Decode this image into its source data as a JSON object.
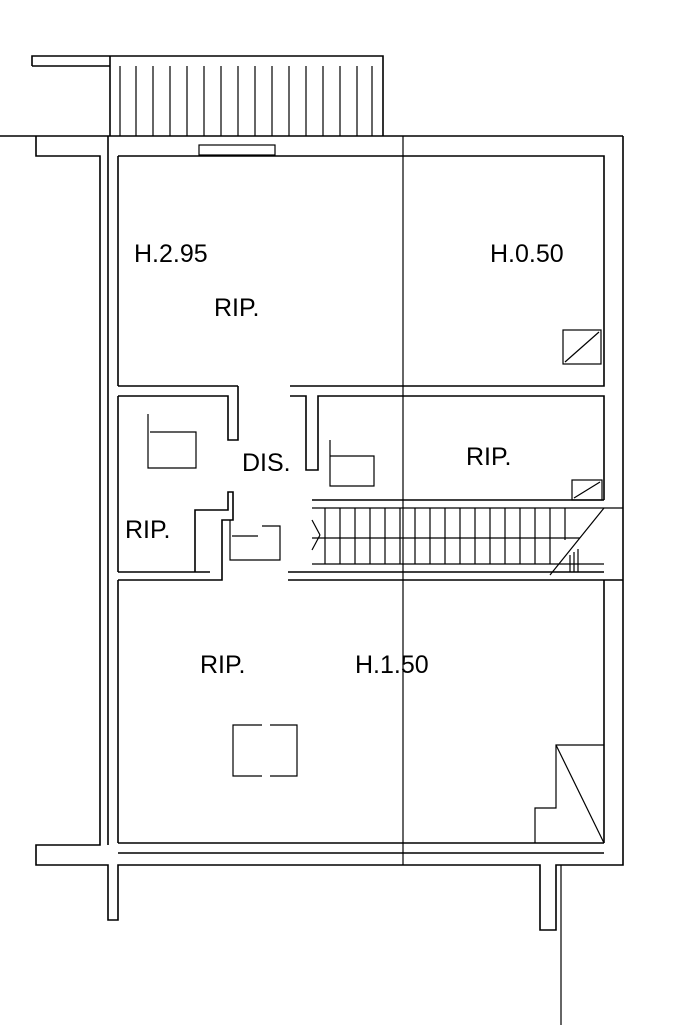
{
  "labels": {
    "top_left_height": "H.2.95",
    "top_left_room": "RIP.",
    "top_right_height": "H.0.50",
    "mid_center": "DIS.",
    "mid_right_room": "RIP.",
    "mid_left_room": "RIP.",
    "bottom_left_room": "RIP.",
    "bottom_height": "H.1.50"
  },
  "colors": {
    "line": "#000000",
    "background": "#ffffff"
  }
}
